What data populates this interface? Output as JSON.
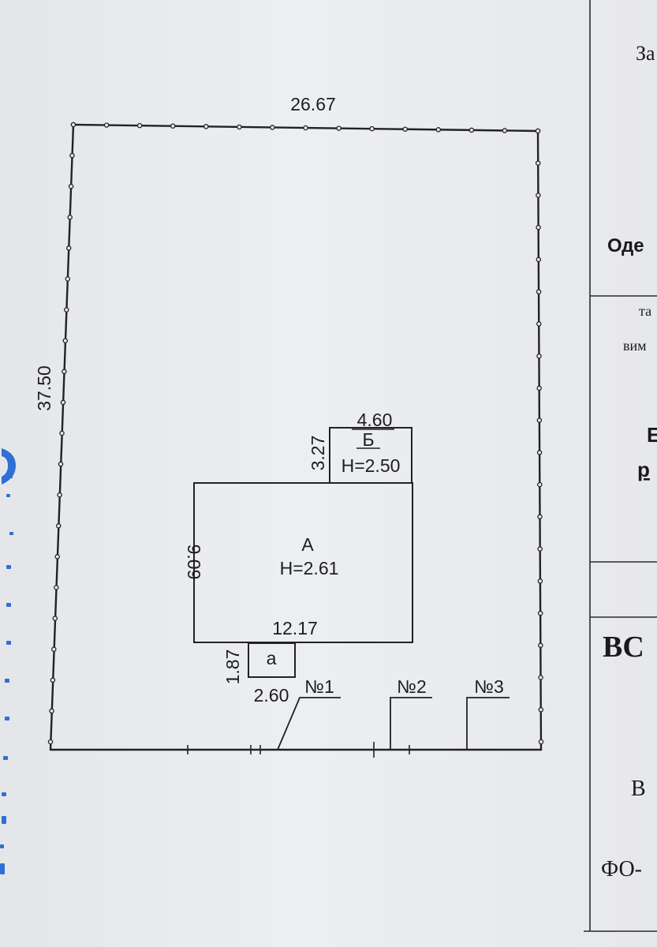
{
  "plan": {
    "plot_top": "26.67",
    "plot_left": "37.50",
    "building_a": {
      "label": "А",
      "height_label": "Н=2.61",
      "side": "9.09",
      "bottom": "12.17"
    },
    "building_b": {
      "label": "Б",
      "height_label": "Н=2.50",
      "top": "4.60",
      "side": "3.27"
    },
    "porch_a": {
      "label": "а",
      "side": "1.87",
      "bottom": "2.60"
    },
    "markers": [
      "№1",
      "№2",
      "№3"
    ]
  },
  "right_panel": {
    "t1": "За",
    "t2": "Оде",
    "t3": "та",
    "t4": "вим",
    "t5": "Е",
    "t6": "р",
    "t7": "ВС",
    "t8": "В",
    "t9": "ФО-"
  },
  "colors": {
    "line": "#222226",
    "stamp": "#2f6fd6"
  }
}
